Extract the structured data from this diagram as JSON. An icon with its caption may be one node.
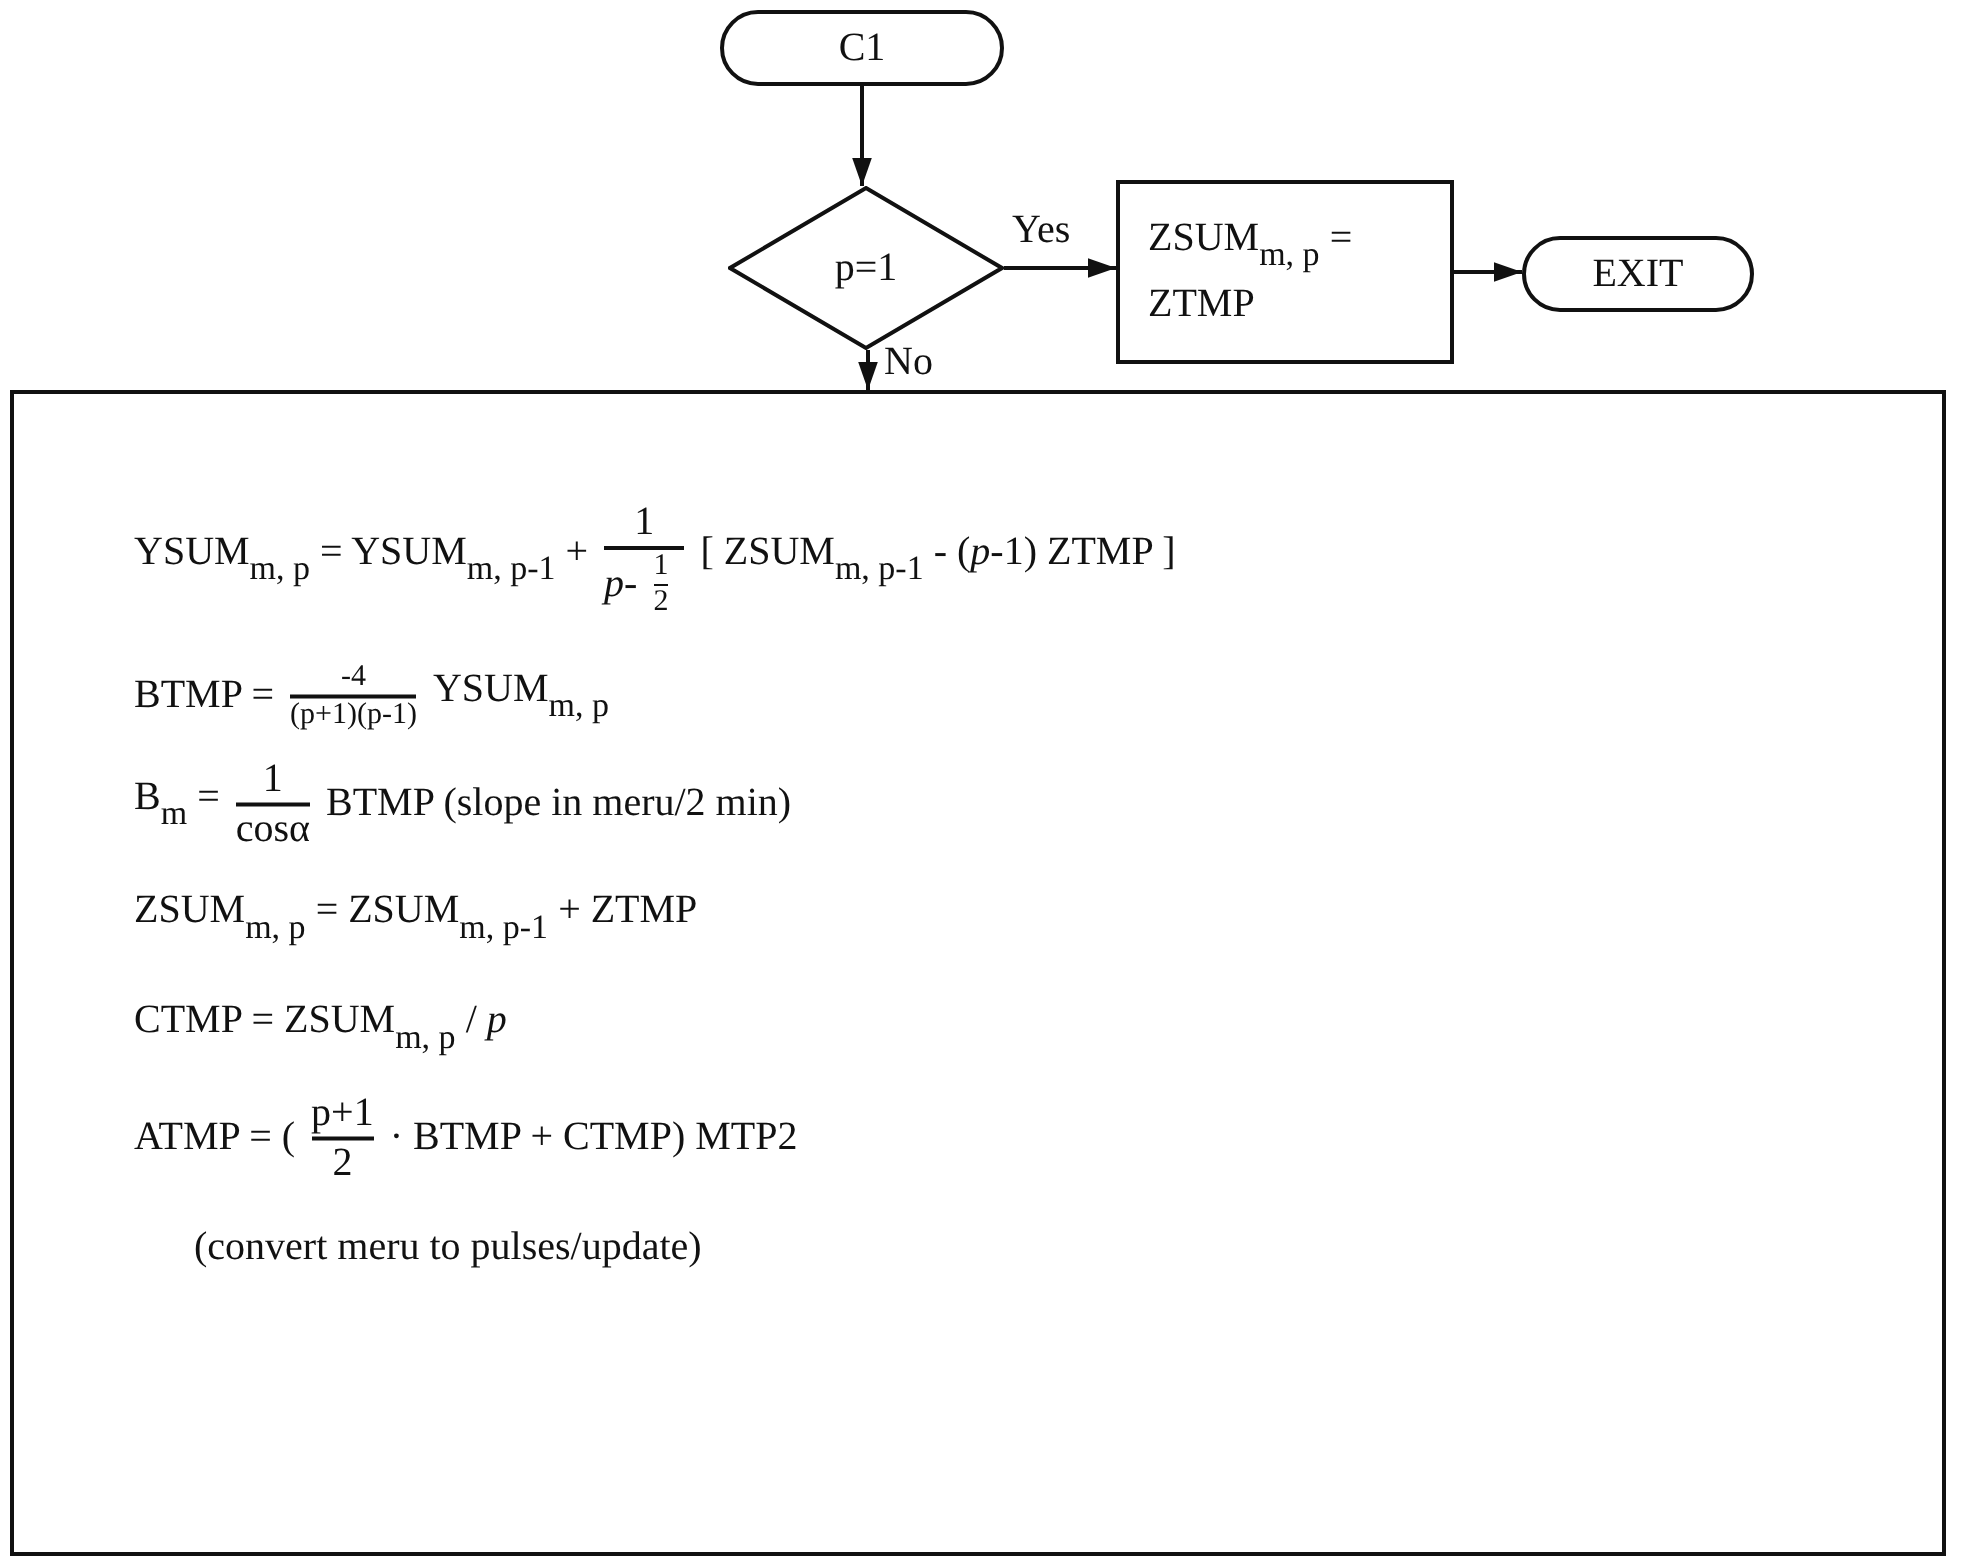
{
  "diagram": {
    "nodes": [
      {
        "text": [
          "C1"
        ]
      },
      {
        "text": [
          "p=1"
        ]
      },
      {
        "text": [
          "ZSUM$_{m, p}$ = ZTMP"
        ]
      },
      {
        "text": [
          "EXIT"
        ]
      },
      {
        "text": [
          "YSUM$_{m, p}$ = YSUM$_{m, p-1}$ +",
          "1",
          "*p*-",
          "1",
          "2",
          "[ ZSUM$_{m, p-1}$ - (*p*-1) ZTMP ]",
          "BTMP =",
          "-4",
          "(p+1)(p-1)",
          "YSUM$_{m, p}$",
          "B$_{m}$ =",
          "1",
          "cosα",
          "BTMP (slope in meru/2 min)",
          "ZSUM$_{m, p}$ = ZSUM$_{m, p-1}$ + ZTMP",
          "CTMP = ZSUM$_{m, p}$ / *p*",
          "ATMP = (",
          "p+1",
          "2",
          "· BTMP + CTMP) MTP2",
          "(convert meru to pulses/update)"
        ]
      }
    ],
    "edges": [
      {
        "from": 0,
        "to": 1,
        "arrow": "to"
      },
      {
        "from": 1,
        "to": 2,
        "arrow": "to",
        "label": "Yes"
      },
      {
        "from": 2,
        "to": 3,
        "arrow": "to"
      },
      {
        "from": 1,
        "to": 4,
        "arrow": "to",
        "label": "No"
      }
    ]
  }
}
